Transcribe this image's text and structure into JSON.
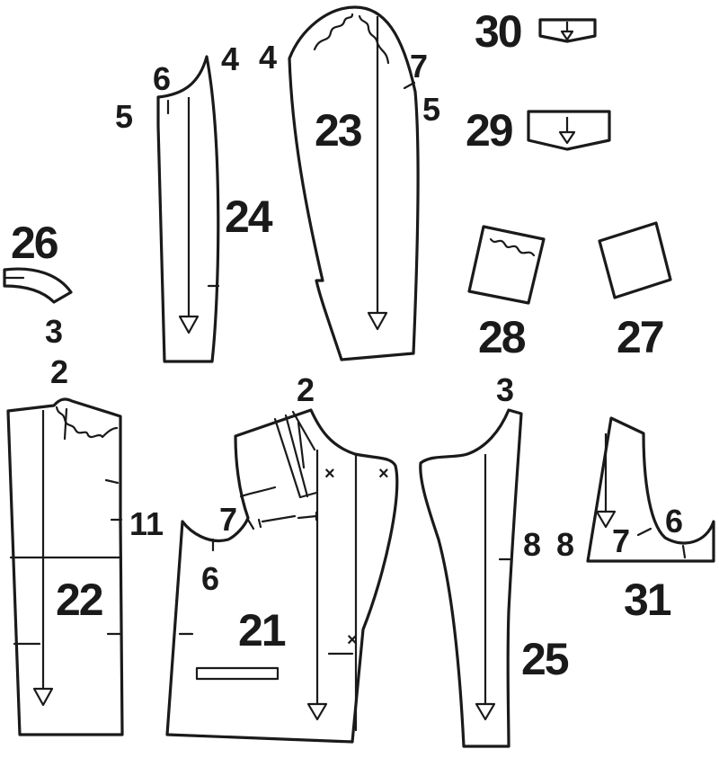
{
  "pieces": [
    {
      "id": "21",
      "label": "21"
    },
    {
      "id": "22",
      "label": "22"
    },
    {
      "id": "23",
      "label": "23"
    },
    {
      "id": "24",
      "label": "24"
    },
    {
      "id": "25",
      "label": "25"
    },
    {
      "id": "26",
      "label": "26"
    },
    {
      "id": "27",
      "label": "27"
    },
    {
      "id": "28",
      "label": "28"
    },
    {
      "id": "29",
      "label": "29"
    },
    {
      "id": "30",
      "label": "30"
    },
    {
      "id": "31",
      "label": "31"
    }
  ],
  "marks": {
    "p24_5": "5",
    "p24_6": "6",
    "p24_4": "4",
    "p23_4": "4",
    "p23_7": "7",
    "p23_5": "5",
    "p26_3": "3",
    "p22_2": "2",
    "p22_11": "11",
    "p21_2": "2",
    "p21_7": "7",
    "p21_6": "6",
    "p25_3": "3",
    "p25_8": "8",
    "p31_8": "8",
    "p31_7": "7",
    "p31_6": "6"
  },
  "cross_symbol": "×",
  "colors": {
    "line": "#1a1a1a",
    "background": "#ffffff"
  }
}
